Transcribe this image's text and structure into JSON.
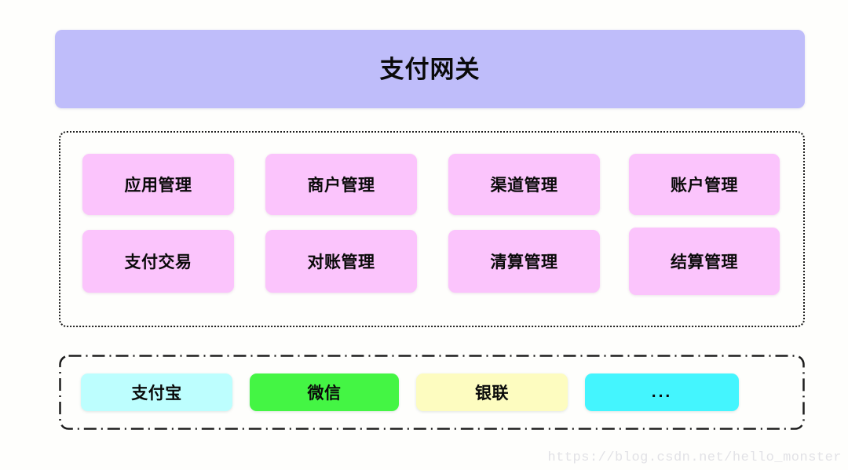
{
  "diagram": {
    "title": "支付网关",
    "header": {
      "label": "支付网关",
      "color": "#bfbdfa"
    },
    "modules_section": {
      "border_style": "dotted",
      "border_color": "#1d1d1d",
      "box_color": "#fbc4fc",
      "rows": [
        {
          "cells": [
            {
              "label": "应用管理"
            },
            {
              "label": "商户管理"
            },
            {
              "label": "渠道管理"
            },
            {
              "label": "账户管理"
            }
          ]
        },
        {
          "cells": [
            {
              "label": "支付交易"
            },
            {
              "label": "对账管理"
            },
            {
              "label": "清算管理"
            },
            {
              "label": "结算管理"
            }
          ]
        }
      ]
    },
    "channels_section": {
      "border_style": "dash-dot",
      "border_color": "#1d1d1d",
      "items": [
        {
          "label": "支付宝",
          "color": "#bdfefe"
        },
        {
          "label": "微信",
          "color": "#44f544"
        },
        {
          "label": "银联",
          "color": "#fdfcc0"
        },
        {
          "label": "...",
          "color": "#44f5fe"
        }
      ]
    },
    "watermark": {
      "text": "https://blog.csdn.net/hello_monster"
    }
  }
}
